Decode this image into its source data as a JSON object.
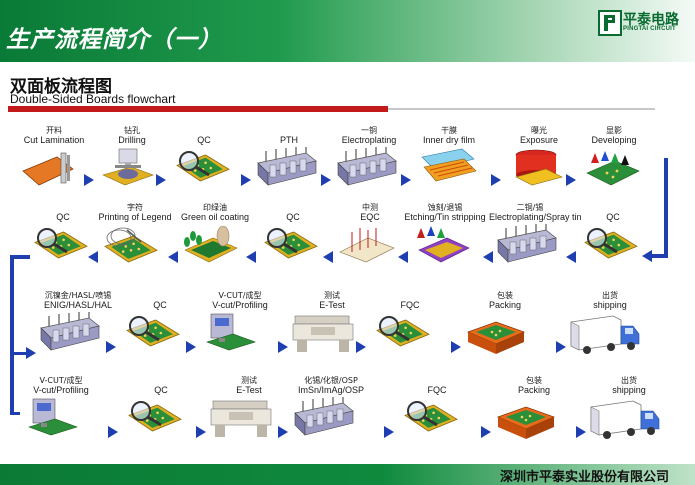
{
  "header": {
    "title": "生产流程简介（一）",
    "logo_cn": "平泰电路",
    "logo_en": "PINGTAI CIRCUIT"
  },
  "subtitle": {
    "cn": "双面板流程图",
    "en": "Double-Sided Boards flowchart"
  },
  "footer": {
    "company": "深圳市平泰实业股份有限公司"
  },
  "rows": [
    {
      "steps": [
        {
          "cn": "开料",
          "en": "Cut Lamination",
          "icon": "cut-lamination"
        },
        {
          "cn": "钻孔",
          "en": "Drilling",
          "icon": "drilling"
        },
        {
          "cn": "",
          "en": "QC",
          "icon": "qc"
        },
        {
          "cn": "",
          "en": "PTH",
          "icon": "plating-line"
        },
        {
          "cn": "一铜",
          "en": "Electroplating",
          "icon": "plating-line"
        },
        {
          "cn": "干膜",
          "en": "Inner dry film",
          "icon": "dry-film"
        },
        {
          "cn": "曝光",
          "en": "Exposure",
          "icon": "exposure"
        },
        {
          "cn": "显影",
          "en": "Developing",
          "icon": "developing"
        }
      ]
    },
    {
      "steps": [
        {
          "cn": "",
          "en": "QC",
          "icon": "qc"
        },
        {
          "cn": "字符",
          "en": "Printing of Legend",
          "icon": "legend"
        },
        {
          "cn": "印绿油",
          "en": "Green oil coating",
          "icon": "green-oil"
        },
        {
          "cn": "",
          "en": "QC",
          "icon": "qc"
        },
        {
          "cn": "中测",
          "en": "EQC",
          "icon": "eqc"
        },
        {
          "cn": "蚀刻/退锡",
          "en": "Etching/Tin stripping",
          "icon": "etching"
        },
        {
          "cn": "二铜/锡",
          "en": "Electroplating/Spray tin",
          "icon": "plating-line"
        },
        {
          "cn": "",
          "en": "QC",
          "icon": "qc"
        }
      ]
    },
    {
      "steps": [
        {
          "cn": "沉镍金/HASL/喷锡",
          "en": "ENIG/HASL/HAL",
          "icon": "plating-line"
        },
        {
          "cn": "",
          "en": "QC",
          "icon": "qc"
        },
        {
          "cn": "V-CUT/成型",
          "en": "V-cut/Profiling",
          "icon": "vcut"
        },
        {
          "cn": "测试",
          "en": "E-Test",
          "icon": "etest"
        },
        {
          "cn": "",
          "en": "FQC",
          "icon": "qc"
        },
        {
          "cn": "包装",
          "en": "Packing",
          "icon": "packing"
        },
        {
          "cn": "出货",
          "en": "shipping",
          "icon": "truck"
        }
      ]
    },
    {
      "steps": [
        {
          "cn": "V-CUT/成型",
          "en": "V-cut/Profiling",
          "icon": "vcut"
        },
        {
          "cn": "",
          "en": "QC",
          "icon": "qc"
        },
        {
          "cn": "测试",
          "en": "E-Test",
          "icon": "etest"
        },
        {
          "cn": "化锡/化银/OSP",
          "en": "ImSn/ImAg/OSP",
          "icon": "plating-line"
        },
        {
          "cn": "",
          "en": "FQC",
          "icon": "qc"
        },
        {
          "cn": "包装",
          "en": "Packing",
          "icon": "packing"
        },
        {
          "cn": "出货",
          "en": "shipping",
          "icon": "truck"
        }
      ]
    }
  ]
}
